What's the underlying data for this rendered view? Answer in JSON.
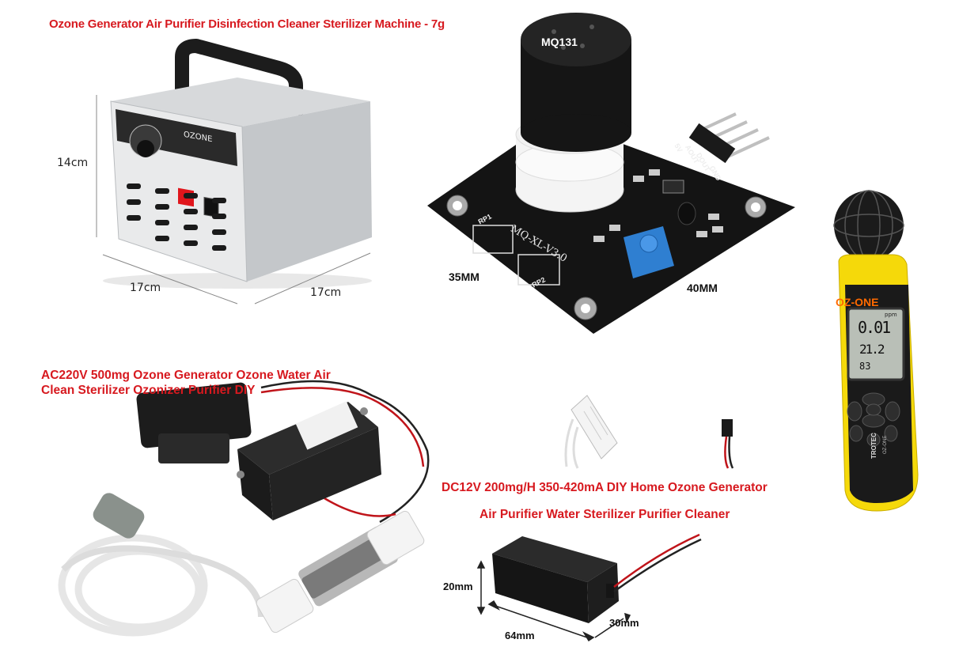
{
  "colors": {
    "title_red": "#d7191f",
    "label_dark": "#111111",
    "oz_orange": "#ff6a00",
    "meter_yellow": "#f5d90a"
  },
  "generator": {
    "title": "Ozone Generator Air Purifier Disinfection Cleaner Sterilizer Machine - 7g",
    "panel_text": "OZONE",
    "dim_height": "14cm",
    "dim_width": "17cm",
    "dim_depth": "17cm"
  },
  "sensor": {
    "cap_label": "MQ131",
    "board_text": "MQ-XL-V3.0",
    "pin_5v": "5V",
    "pin_aout": "AOUT",
    "pin_dout": "DOUT",
    "pin_gnd": "GND",
    "rp1": "RP1",
    "rp2": "RP2",
    "dim_left": "35MM",
    "dim_right": "40MM"
  },
  "meter": {
    "label": "OZ-ONE",
    "unit": "ppm",
    "reading_top": "0.01",
    "reading_mid": "21.2",
    "reading_bottom": "83",
    "brand": "TROTEC",
    "model": "OZ-ONE"
  },
  "ac_kit": {
    "title_line1": "AC220V 500mg Ozone Generator Ozone Water Air",
    "title_line2": "Clean Sterilizer Ozonizer Purifier DIY"
  },
  "dc_module": {
    "title_line1": "DC12V 200mg/H 350-420mA DIY Home Ozone Generator",
    "title_line2": "Air Purifier Water Sterilizer Purifier Cleaner",
    "dim_height": "20mm",
    "dim_length": "64mm",
    "dim_width": "30mm"
  }
}
